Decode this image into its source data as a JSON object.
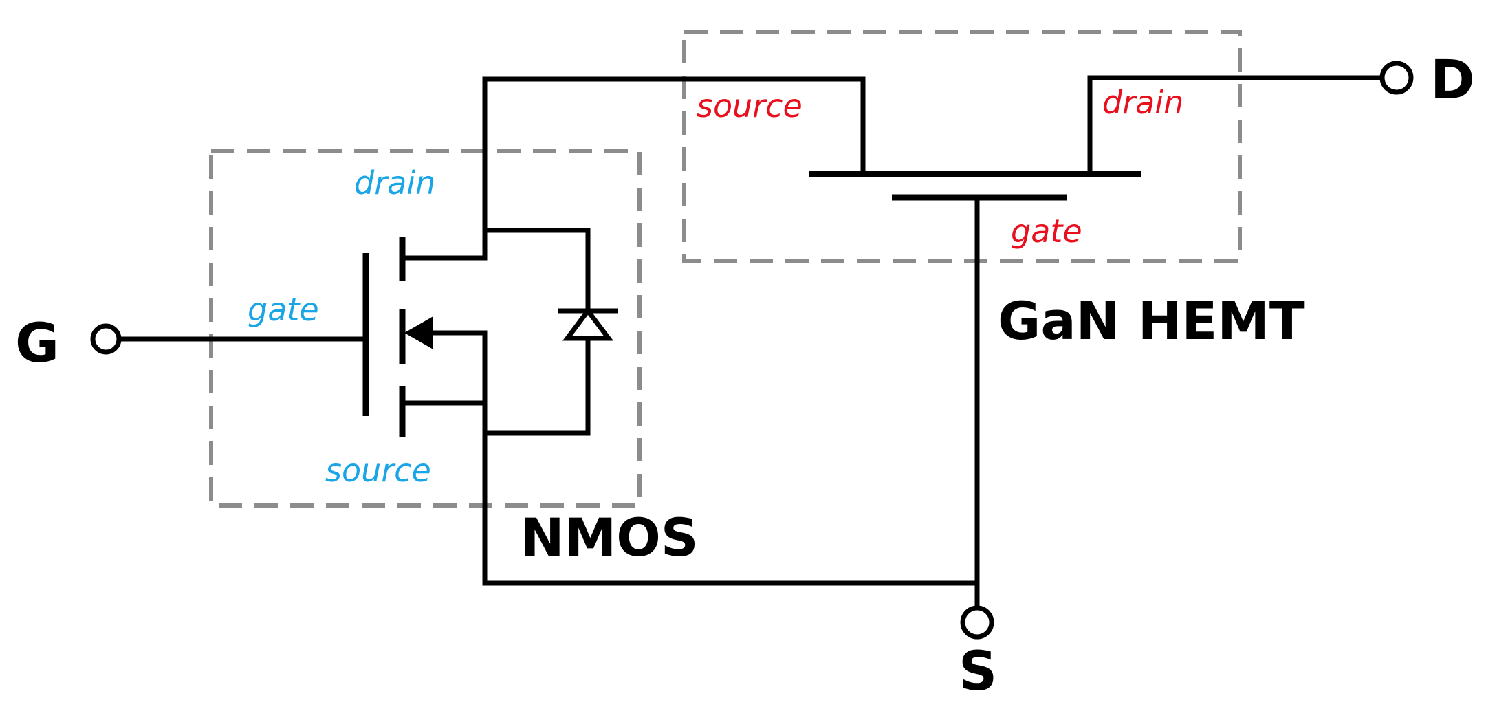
{
  "terminals": {
    "gate": "G",
    "drain": "D",
    "source": "S"
  },
  "devices": {
    "nmos": {
      "name": "NMOS",
      "drain": "drain",
      "gate": "gate",
      "source": "source"
    },
    "gan_hemt": {
      "name": "GaN HEMT",
      "source": "source",
      "drain": "drain",
      "gate": "gate"
    }
  },
  "colors": {
    "nmos_pin_labels": "#1aa6e6",
    "gan_pin_labels": "#e8101c",
    "wires": "#000000",
    "dashed_boxes": "#8c8c8c"
  }
}
